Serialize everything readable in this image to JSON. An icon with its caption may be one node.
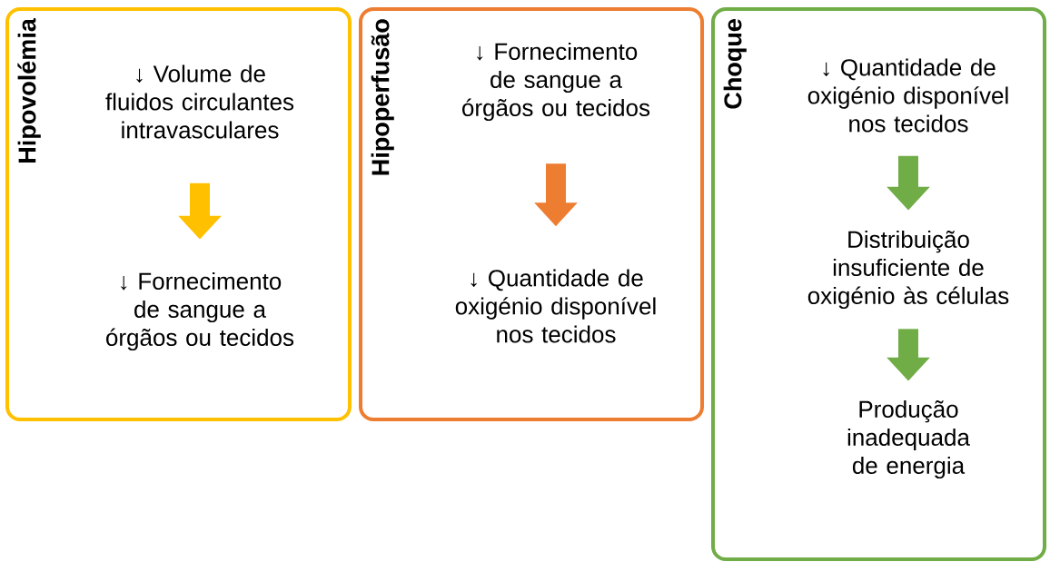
{
  "diagram": {
    "nodes": [
      {
        "text": [
          "Hipovolémia"
        ]
      },
      {
        "text": [
          "↓ Volume de fluidos circulantes intravasculares"
        ],
        "in": 0
      },
      {
        "text": [
          "↓ Fornecimento de sangue a órgãos ou tecidos"
        ],
        "in": 0
      },
      {
        "text": [
          "Hipoperfusão"
        ]
      },
      {
        "text": [
          "↓ Fornecimento de sangue a órgãos ou tecidos"
        ],
        "in": 3
      },
      {
        "text": [
          "↓ Quantidade de oxigénio disponível nos tecidos"
        ],
        "in": 3
      },
      {
        "text": [
          "Choque"
        ]
      },
      {
        "text": [
          "↓ Quantidade de oxigénio disponível nos tecidos"
        ],
        "in": 6
      },
      {
        "text": [
          "Distribuição insuficiente de oxigénio às células"
        ],
        "in": 6
      },
      {
        "text": [
          "Produção inadequada de energia"
        ],
        "in": 6
      }
    ],
    "edges": [
      {
        "from": 1,
        "to": 2,
        "arrow": "to",
        "color": "#ffc000"
      },
      {
        "from": 4,
        "to": 5,
        "arrow": "to",
        "color": "#ed7d31"
      },
      {
        "from": 7,
        "to": 8,
        "arrow": "to",
        "color": "#70ad47"
      },
      {
        "from": 8,
        "to": 9,
        "arrow": "to",
        "color": "#70ad47"
      }
    ]
  }
}
